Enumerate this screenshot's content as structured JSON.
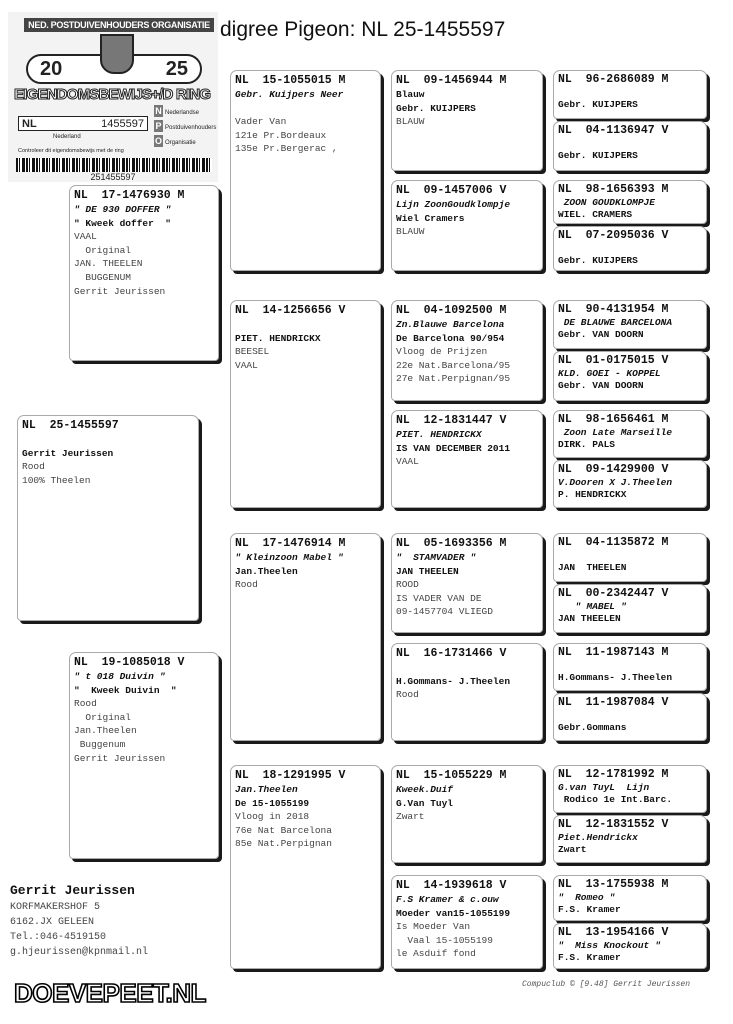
{
  "title": "digree Pigeon: NL  25-1455597",
  "ring_card": {
    "org": "NED. POSTDUIVENHOUDERS ORGANISATIE",
    "year_left": "20",
    "year_right": "25",
    "heading": "EIGENDOMSBEWIJS+/D RING",
    "country": "NL",
    "ring_number": "1455597",
    "npo": [
      "Nederlandse",
      "Postduivenhouders",
      "Organisatie"
    ],
    "npo_letters": [
      "N",
      "P",
      "O"
    ],
    "nederland": "Nederland",
    "control_text": "Controleer dit eigendomsbewijs met de ring",
    "barcode_number": "251455597"
  },
  "pigeons": {
    "subject": [
      {
        "t": "NL  25-1455597",
        "s": "h"
      },
      {
        "t": "",
        "s": "n"
      },
      {
        "t": "Gerrit Jeurissen",
        "s": "b"
      },
      {
        "t": "Rood",
        "s": "n"
      },
      {
        "t": "100% Theelen",
        "s": "n"
      }
    ],
    "sire": [
      {
        "t": "NL  17-1476930 M",
        "s": "h"
      },
      {
        "t": "\" DE 930 DOFFER \"",
        "s": "i"
      },
      {
        "t": "\" Kweek doffer  \"",
        "s": "b"
      },
      {
        "t": "VAAL",
        "s": "n"
      },
      {
        "t": "  Original",
        "s": "n"
      },
      {
        "t": "JAN. THEELEN",
        "s": "n"
      },
      {
        "t": "  BUGGENUM",
        "s": "n"
      },
      {
        "t": "Gerrit Jeurissen",
        "s": "n"
      }
    ],
    "dam": [
      {
        "t": "NL  19-1085018 V",
        "s": "h"
      },
      {
        "t": "\" t 018 Duivin \"",
        "s": "i"
      },
      {
        "t": "\"  Kweek Duivin  \"",
        "s": "b"
      },
      {
        "t": "Rood",
        "s": "n"
      },
      {
        "t": "  Original",
        "s": "n"
      },
      {
        "t": "Jan.Theelen",
        "s": "n"
      },
      {
        "t": " Buggenum",
        "s": "n"
      },
      {
        "t": "Gerrit Jeurissen",
        "s": "n"
      }
    ],
    "ss": [
      {
        "t": "NL  15-1055015 M",
        "s": "h"
      },
      {
        "t": "Gebr. Kuijpers Neer",
        "s": "i"
      },
      {
        "t": "",
        "s": "n"
      },
      {
        "t": "Vader Van",
        "s": "n"
      },
      {
        "t": "121e Pr.Bordeaux",
        "s": "n"
      },
      {
        "t": "135e Pr.Bergerac ,",
        "s": "n"
      }
    ],
    "sd": [
      {
        "t": "NL  14-1256656 V",
        "s": "h"
      },
      {
        "t": "",
        "s": "n"
      },
      {
        "t": "PIET. HENDRICKX",
        "s": "b"
      },
      {
        "t": "BEESEL",
        "s": "n"
      },
      {
        "t": "VAAL",
        "s": "n"
      }
    ],
    "ds": [
      {
        "t": "NL  17-1476914 M",
        "s": "h"
      },
      {
        "t": "\" Kleinzoon Mabel \"",
        "s": "i"
      },
      {
        "t": "Jan.Theelen",
        "s": "b"
      },
      {
        "t": "Rood",
        "s": "n"
      }
    ],
    "dd": [
      {
        "t": "NL  18-1291995 V",
        "s": "h"
      },
      {
        "t": "Jan.Theelen",
        "s": "i"
      },
      {
        "t": "De 15-1055199",
        "s": "b"
      },
      {
        "t": "Vloog in 2018",
        "s": "n"
      },
      {
        "t": "76e Nat Barcelona",
        "s": "n"
      },
      {
        "t": "85e Nat.Perpignan",
        "s": "n"
      }
    ],
    "sss": [
      {
        "t": "NL  09-1456944 M",
        "s": "h"
      },
      {
        "t": "Blauw",
        "s": "b"
      },
      {
        "t": "Gebr. KUIJPERS",
        "s": "b"
      },
      {
        "t": "BLAUW",
        "s": "n"
      }
    ],
    "ssd": [
      {
        "t": "NL  09-1457006 V",
        "s": "h"
      },
      {
        "t": "Lijn ZoonGoudklompje",
        "s": "i"
      },
      {
        "t": "Wiel Cramers",
        "s": "b"
      },
      {
        "t": "BLAUW",
        "s": "n"
      }
    ],
    "sds": [
      {
        "t": "NL  04-1092500 M",
        "s": "h"
      },
      {
        "t": "Zn.Blauwe Barcelona",
        "s": "i"
      },
      {
        "t": "De Barcelona 90/954",
        "s": "b"
      },
      {
        "t": "Vloog de Prijzen",
        "s": "n"
      },
      {
        "t": "22e Nat.Barcelona/95",
        "s": "n"
      },
      {
        "t": "27e Nat.Perpignan/95",
        "s": "n"
      }
    ],
    "sdd": [
      {
        "t": "NL  12-1831447 V",
        "s": "h"
      },
      {
        "t": "PIET. HENDRICKX",
        "s": "i"
      },
      {
        "t": "IS VAN DECEMBER 2011",
        "s": "b"
      },
      {
        "t": "VAAL",
        "s": "n"
      }
    ],
    "dss": [
      {
        "t": "NL  05-1693356 M",
        "s": "h"
      },
      {
        "t": "\"  STAMVADER \"",
        "s": "i"
      },
      {
        "t": "JAN THEELEN",
        "s": "b"
      },
      {
        "t": "ROOD",
        "s": "n"
      },
      {
        "t": "IS VADER VAN DE",
        "s": "n"
      },
      {
        "t": "09-1457704 VLIEGD",
        "s": "n"
      }
    ],
    "dsd": [
      {
        "t": "NL  16-1731466 V",
        "s": "h"
      },
      {
        "t": "",
        "s": "n"
      },
      {
        "t": "H.Gommans- J.Theelen",
        "s": "b"
      },
      {
        "t": "Rood",
        "s": "n"
      }
    ],
    "dds": [
      {
        "t": "NL  15-1055229 M",
        "s": "h"
      },
      {
        "t": "Kweek.Duif",
        "s": "i"
      },
      {
        "t": "G.Van Tuyl",
        "s": "b"
      },
      {
        "t": "Zwart",
        "s": "n"
      }
    ],
    "ddd": [
      {
        "t": "NL  14-1939618 V",
        "s": "h"
      },
      {
        "t": "F.S Kramer & c.ouw",
        "s": "i"
      },
      {
        "t": "Moeder van15-1055199",
        "s": "b"
      },
      {
        "t": "Is Moeder Van",
        "s": "n"
      },
      {
        "t": "  Vaal 15-1055199",
        "s": "n"
      },
      {
        "t": "le Asduif fond",
        "s": "n"
      }
    ],
    "ssss": [
      {
        "t": "NL  96-2686089 M",
        "s": "h"
      },
      {
        "t": "",
        "s": "n"
      },
      {
        "t": "Gebr. KUIJPERS",
        "s": "b"
      }
    ],
    "sssd": [
      {
        "t": "NL  04-1136947 V",
        "s": "h"
      },
      {
        "t": "",
        "s": "n"
      },
      {
        "t": "Gebr. KUIJPERS",
        "s": "b"
      }
    ],
    "ssds": [
      {
        "t": "NL  98-1656393 M",
        "s": "h"
      },
      {
        "t": " ZOON GOUDKLOMPJE",
        "s": "i"
      },
      {
        "t": "WIEL. CRAMERS",
        "s": "b"
      }
    ],
    "ssdd": [
      {
        "t": "NL  07-2095036 V",
        "s": "h"
      },
      {
        "t": "",
        "s": "n"
      },
      {
        "t": "Gebr. KUIJPERS",
        "s": "b"
      }
    ],
    "sdss": [
      {
        "t": "NL  90-4131954 M",
        "s": "h"
      },
      {
        "t": " DE BLAUWE BARCELONA",
        "s": "i"
      },
      {
        "t": "Gebr. VAN DOORN",
        "s": "b"
      }
    ],
    "sdsd": [
      {
        "t": "NL  01-0175015 V",
        "s": "h"
      },
      {
        "t": "KLD. GOEI - KOPPEL",
        "s": "i"
      },
      {
        "t": "Gebr. VAN DOORN",
        "s": "b"
      }
    ],
    "sdds": [
      {
        "t": "NL  98-1656461 M",
        "s": "h"
      },
      {
        "t": " Zoon Late Marseille",
        "s": "i"
      },
      {
        "t": "DIRK. PALS",
        "s": "b"
      }
    ],
    "sddd": [
      {
        "t": "NL  09-1429900 V",
        "s": "h"
      },
      {
        "t": "V.Dooren X J.Theelen",
        "s": "i"
      },
      {
        "t": "P. HENDRICKX",
        "s": "b"
      }
    ],
    "dsss": [
      {
        "t": "NL  04-1135872 M",
        "s": "h"
      },
      {
        "t": "",
        "s": "n"
      },
      {
        "t": "JAN  THEELEN",
        "s": "b"
      }
    ],
    "dssd": [
      {
        "t": "NL  00-2342447 V",
        "s": "h"
      },
      {
        "t": "   \" MABEL \"",
        "s": "i"
      },
      {
        "t": "JAN THEELEN",
        "s": "b"
      }
    ],
    "dsds": [
      {
        "t": "NL  11-1987143 M",
        "s": "h"
      },
      {
        "t": "",
        "s": "n"
      },
      {
        "t": "H.Gommans- J.Theelen",
        "s": "b"
      }
    ],
    "dsdd": [
      {
        "t": "NL  11-1987084 V",
        "s": "h"
      },
      {
        "t": "",
        "s": "n"
      },
      {
        "t": "Gebr.Gommans",
        "s": "b"
      }
    ],
    "ddss": [
      {
        "t": "NL  12-1781992 M",
        "s": "h"
      },
      {
        "t": "G.van TuyL  Lijn",
        "s": "i"
      },
      {
        "t": " Rodico 1e Int.Barc.",
        "s": "b"
      }
    ],
    "ddsd": [
      {
        "t": "NL  12-1831552 V",
        "s": "h"
      },
      {
        "t": "Piet.Hendrickx",
        "s": "i"
      },
      {
        "t": "Zwart",
        "s": "b"
      }
    ],
    "ddds": [
      {
        "t": "NL  13-1755938 M",
        "s": "h"
      },
      {
        "t": "\"  Romeo \"",
        "s": "i"
      },
      {
        "t": "F.S. Kramer",
        "s": "b"
      }
    ],
    "dddd": [
      {
        "t": "NL  13-1954166 V",
        "s": "h"
      },
      {
        "t": "\"  Miss Knockout \"",
        "s": "i"
      },
      {
        "t": "F.S. Kramer",
        "s": "b"
      }
    ]
  },
  "breeder": {
    "name": "Gerrit Jeurissen",
    "address": "KORFMAKERSHOF 5",
    "city": "6162.JX  GELEEN",
    "phone": "Tel.:046-4519150",
    "email": "g.hjeurissen@kpnmail.nl"
  },
  "watermark": "DOEVEPEET.NL",
  "footer": "Compuclub © [9.48]  Gerrit Jeurissen"
}
